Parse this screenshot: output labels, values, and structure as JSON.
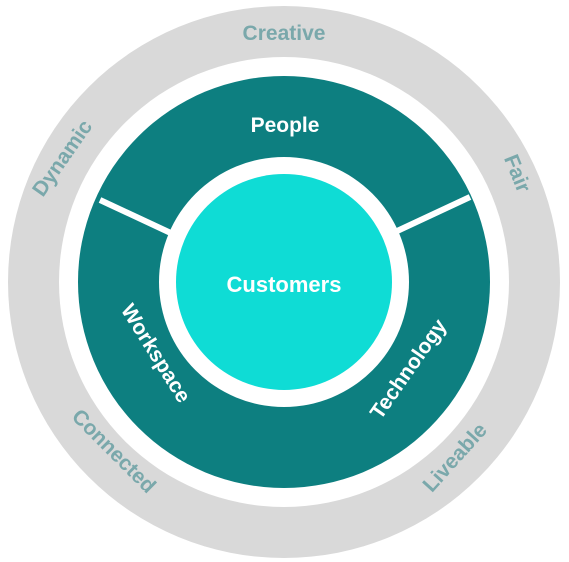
{
  "diagram": {
    "outer_ring": {
      "color": "#d9d9d9",
      "text_color": "#7aa8ab",
      "labels": {
        "creative": "Creative",
        "fair": "Fair",
        "liveable": "Liveable",
        "connected": "Connected",
        "dynamic": "Dynamic"
      }
    },
    "middle_ring": {
      "color": "#0d7f80",
      "text_color": "#ffffff",
      "segments": {
        "people": "People",
        "technology": "Technology",
        "workspace": "Workspace"
      }
    },
    "core": {
      "color": "#0fdcd5",
      "text_color": "#ffffff",
      "label": "Customers"
    }
  }
}
